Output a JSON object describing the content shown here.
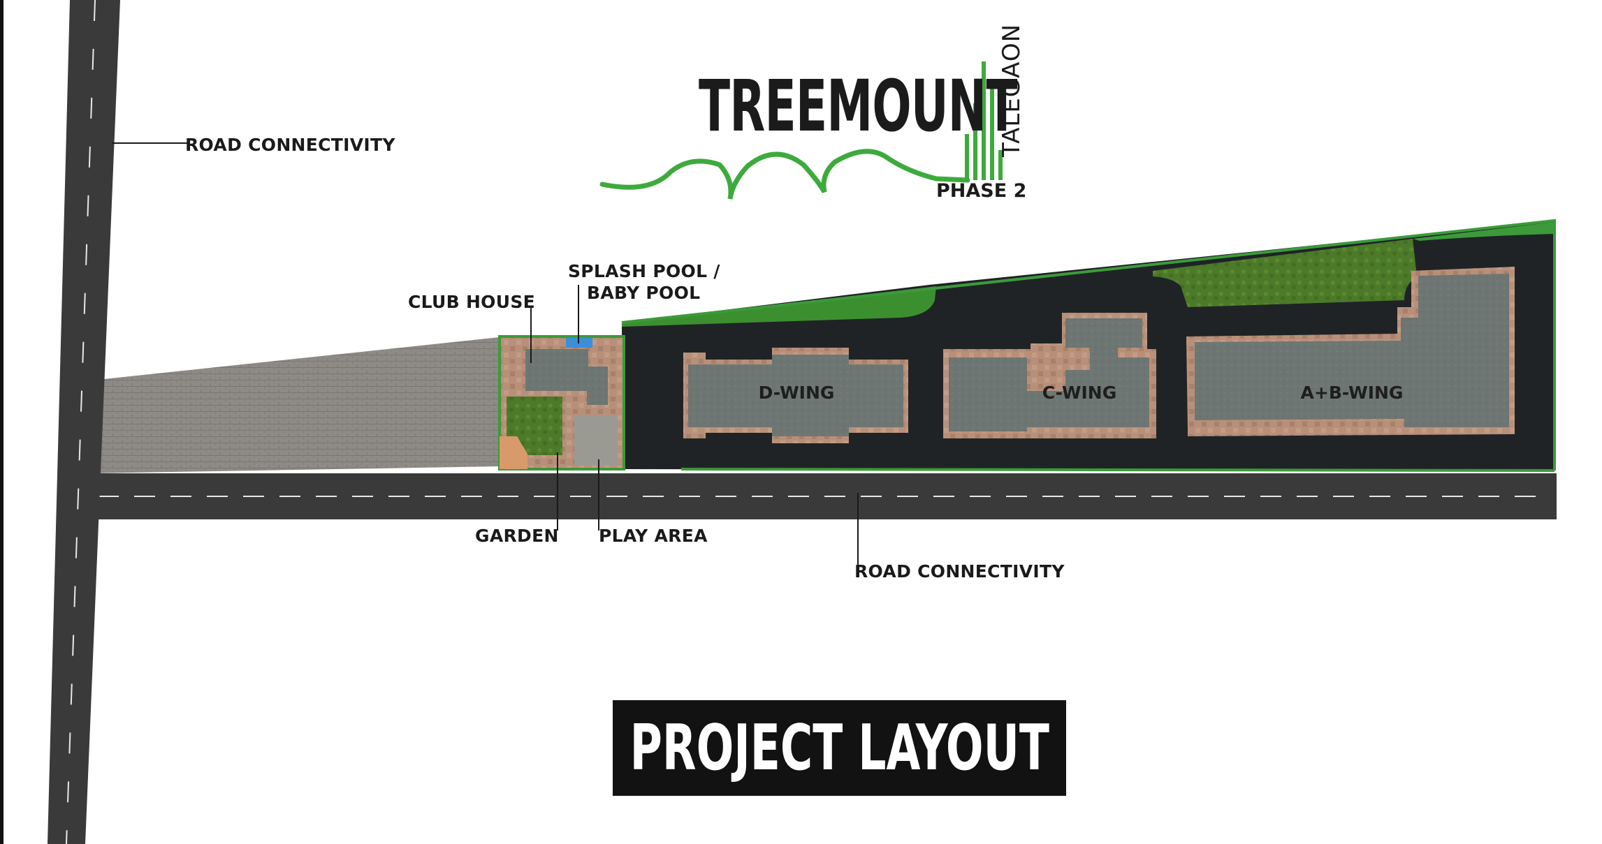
{
  "logo": {
    "name": "TREEMOUNT",
    "location": "TALEGAON",
    "phase": "PHASE 2"
  },
  "buildings": [
    {
      "id": "d-wing",
      "label": "D-WING"
    },
    {
      "id": "c-wing",
      "label": "C-WING"
    },
    {
      "id": "ab-wing",
      "label": "A+B-WING"
    }
  ],
  "callouts": {
    "road_top": "ROAD CONNECTIVITY",
    "road_bottom": "ROAD CONNECTIVITY",
    "club_house": "CLUB HOUSE",
    "splash_pool_line1": "SPLASH POOL /",
    "splash_pool_line2": "BABY POOL",
    "garden": "GARDEN",
    "play_area": "PLAY AREA"
  },
  "banner": {
    "text": "PROJECT LAYOUT"
  },
  "colors": {
    "road": "#3a3a3a",
    "driveway": "#1f2326",
    "lawn": "#4f7d2a",
    "border_green": "#3c9a3a",
    "building_roof": "#6f7773",
    "building_deck": "#b48a72",
    "paving": "#8f8c88",
    "logo_green": "#3daa3c"
  }
}
